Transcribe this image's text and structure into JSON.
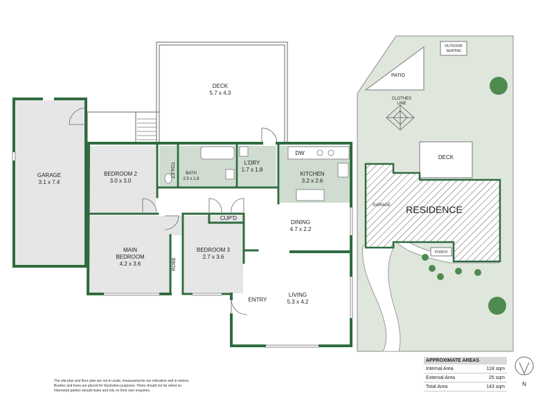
{
  "colors": {
    "wall": "#2e6b3f",
    "room_fill": "#e6e6e6",
    "wet_fill": "#cfdccf",
    "site_fill": "#dfe7dd",
    "path_fill": "#ffffff",
    "tree_fill": "#4f8a4f"
  },
  "rooms": {
    "deck": {
      "name": "DECK",
      "size": "5.7 x 4.3"
    },
    "garage": {
      "name": "GARAGE",
      "size": "3.1 x 7.4"
    },
    "bedroom2": {
      "name": "BEDROOM 2",
      "size": "3.0 x 3.0"
    },
    "toilet": {
      "name": "TOILET"
    },
    "bath": {
      "name": "BATH",
      "size": "2.5 x 1.8"
    },
    "laundry": {
      "name": "L'DRY",
      "size": "1.7 x 1.8"
    },
    "kitchen": {
      "name": "KITCHEN",
      "size": "3.2 x 2.6",
      "dw": "DW"
    },
    "dining": {
      "name": "DINING",
      "size": "4.7 x 2.2"
    },
    "cupboard": {
      "name": "CUP'D"
    },
    "main_bedroom": {
      "name_line1": "MAIN",
      "name_line2": "BEDROOM",
      "size": "4.2 x 3.6"
    },
    "robe": {
      "name": "ROBE"
    },
    "bedroom3": {
      "name": "BEDROOM 3",
      "size": "2.7 x 3.6"
    },
    "entry": {
      "name": "ENTRY"
    },
    "living": {
      "name": "LIVING",
      "size": "5.3 x 4.2"
    }
  },
  "site": {
    "outdoor_seating_line1": "OUTDOOR",
    "outdoor_seating_line2": "SEATING",
    "patio": "PATIO",
    "clothes_line_line1": "CLOTHES",
    "clothes_line_line2": "LINE",
    "deck": "DECK",
    "residence": "RESIDENCE",
    "garage": "GARAGE",
    "porch": "PORCH"
  },
  "areas": {
    "title": "APPROXIMATE AREAS",
    "rows": [
      {
        "label": "Internal Area",
        "value": "118 sqm"
      },
      {
        "label": "External Area",
        "value": "25 sqm"
      },
      {
        "label": "Total Area",
        "value": "143 sqm"
      }
    ]
  },
  "disclaimer": {
    "line1": "The site plan and floor plan are not to scale, measurements are indicative and in metres.",
    "line2": "Bushes and trees are placed for illustration purposes. Plans should not be relied on.",
    "line3": "Interested parties should make and rely on their own enquiries."
  },
  "compass": {
    "label": "N",
    "icon": "north-arrow-icon"
  }
}
